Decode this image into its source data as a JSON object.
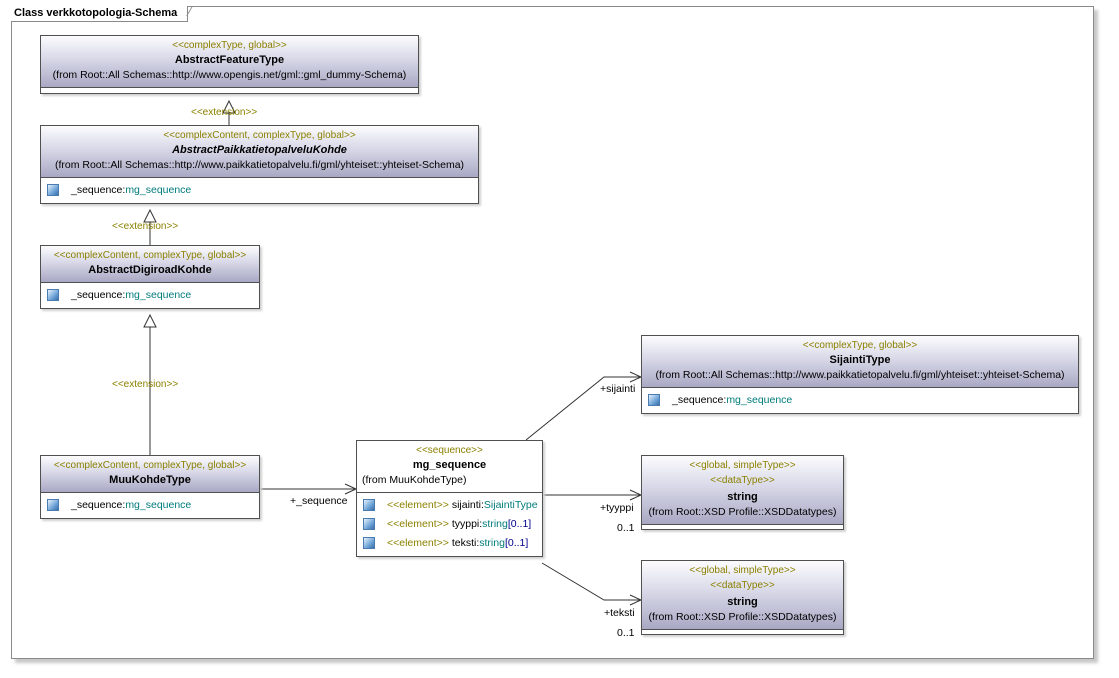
{
  "frame_title": "Class verkkotopologia-Schema",
  "classes": {
    "abstract_feature_type": {
      "stereotype": "<<complexType, global>>",
      "name": "AbstractFeatureType",
      "from": "(from Root::All Schemas::http://www.opengis.net/gml::gml_dummy-Schema)"
    },
    "abstract_paikkatietopalvelu_kohde": {
      "stereotype": "<<complexContent, complexType, global>>",
      "name": "AbstractPaikkatietopalveluKohde",
      "from": "(from Root::All Schemas::http://www.paikkatietopalvelu.fi/gml/yhteiset::yhteiset-Schema)",
      "attr_name": "_sequence",
      "attr_type": "mg_sequence"
    },
    "abstract_digiroad_kohde": {
      "stereotype": "<<complexContent, complexType, global>>",
      "name": "AbstractDigiroadKohde",
      "attr_name": "_sequence",
      "attr_type": "mg_sequence"
    },
    "muu_kohde_type": {
      "stereotype": "<<complexContent, complexType, global>>",
      "name": "MuuKohdeType",
      "attr_name": "_sequence",
      "attr_type": "mg_sequence"
    },
    "mg_sequence": {
      "stereotype": "<<sequence>>",
      "name": "mg_sequence",
      "from": "(from MuuKohdeType)",
      "elements": [
        {
          "stereotype": "<<element>>",
          "name": "sijainti",
          "type": "SijaintiType",
          "mult": ""
        },
        {
          "stereotype": "<<element>>",
          "name": "tyyppi",
          "type": "string",
          "mult": "[0..1]"
        },
        {
          "stereotype": "<<element>>",
          "name": "teksti",
          "type": "string",
          "mult": "[0..1]"
        }
      ]
    },
    "sijainti_type": {
      "stereotype": "<<complexType, global>>",
      "name": "SijaintiType",
      "from": "(from Root::All Schemas::http://www.paikkatietopalvelu.fi/gml/yhteiset::yhteiset-Schema)",
      "attr_name": "_sequence",
      "attr_type": "mg_sequence"
    },
    "string_1": {
      "stereotype1": "<<global, simpleType>>",
      "stereotype2": "<<dataType>>",
      "name": "string",
      "from": "(from Root::XSD Profile::XSDDatatypes)"
    },
    "string_2": {
      "stereotype1": "<<global, simpleType>>",
      "stereotype2": "<<dataType>>",
      "name": "string",
      "from": "(from Root::XSD Profile::XSDDatatypes)"
    }
  },
  "relations": {
    "extension_1": "<<extension>>",
    "extension_2": "<<extension>>",
    "extension_3": "<<extension>>",
    "sequence_role": "+_sequence",
    "sijainti_role": "+sijainti",
    "tyyppi_role": "+tyyppi",
    "tyyppi_mult": "0..1",
    "teksti_role": "+teksti",
    "teksti_mult": "0..1"
  },
  "colors": {
    "stereotype": "#8b8000",
    "type_link": "#007b7b",
    "header_gradient_bottom": "#a8a8c4"
  }
}
